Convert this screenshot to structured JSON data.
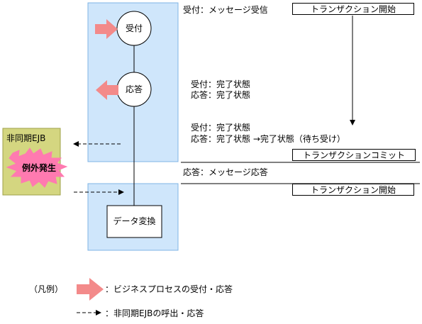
{
  "nodes": {
    "receive": "受付",
    "respond": "応答",
    "convert": "データ変換",
    "async_ejb": "非同期EJB",
    "exception": "例外発生"
  },
  "transactions": {
    "start_1": "トランザクション開始",
    "commit": "トランザクションコミット",
    "start_2": "トランザクション開始"
  },
  "annotations": {
    "receive_msg": "受付：メッセージ受信",
    "state1_line1": "受付：完了状態",
    "state1_line2": "応答：完了状態",
    "state2_line1": "受付：完了状態",
    "state2_line2": "応答：完了状態 →完了状態（待ち受け）",
    "respond_msg": "応答：メッセージ応答"
  },
  "legend": {
    "title": "（凡例）",
    "process_desc": "：ビジネスプロセスの受付・応答",
    "async_desc": "：非同期EJBの呼出・応答"
  },
  "colors": {
    "panel_fill": "#cfe6fb",
    "panel_border": "#7fb4e6",
    "ejb_fill": "#d4d680",
    "ejb_border": "#9ea04a",
    "arrow_fill": "#f38a8a",
    "burst_fill": "#ff7ab0"
  },
  "icons": [
    "block-arrow-right-icon",
    "block-arrow-left-icon",
    "dashed-arrow-icon",
    "explosion-burst-icon"
  ]
}
